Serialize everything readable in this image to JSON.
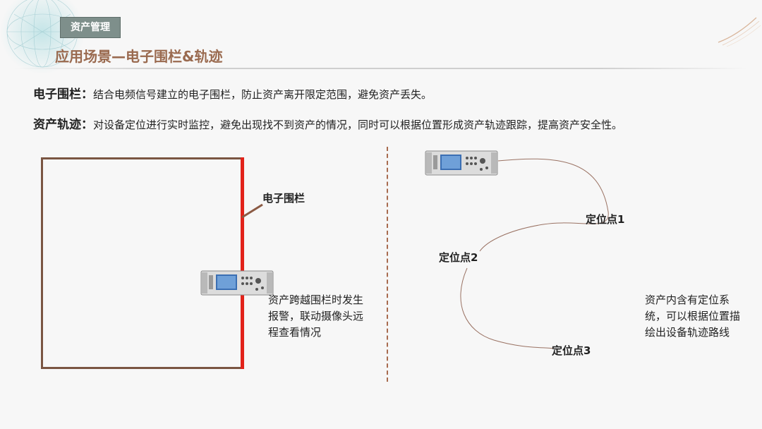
{
  "header": {
    "tag": "资产管理",
    "title": "应用场景—电子围栏&轨迹"
  },
  "desc": {
    "fence_term": "电子围栏：",
    "fence_text": "结合电频信号建立的电子围栏，防止资产离开限定范围，避免资产丢失。",
    "track_term": "资产轨迹：",
    "track_text": "对设备定位进行实时监控，避免出现找不到资产的情况，同时可以根据位置形成资产轨迹跟踪，提高资产安全性。"
  },
  "left_panel": {
    "fence_label": "电子围栏",
    "alarm_text": "资产跨越围栏时发生报警，联动摄像头远程查看情况"
  },
  "right_panel": {
    "point1": "定位点1",
    "point2": "定位点2",
    "point3": "定位点3",
    "system_text": "资产内含有定位系统，可以根据位置描绘出设备轨迹路线"
  },
  "colors": {
    "title": "#9a6a4f",
    "fence_box": "#7a5542",
    "fence_red": "#e2231a",
    "divider": "#a86b4f",
    "tag_bg": "#7e8f8b"
  },
  "icons": {
    "device": "signal-analyzer-device-icon"
  }
}
